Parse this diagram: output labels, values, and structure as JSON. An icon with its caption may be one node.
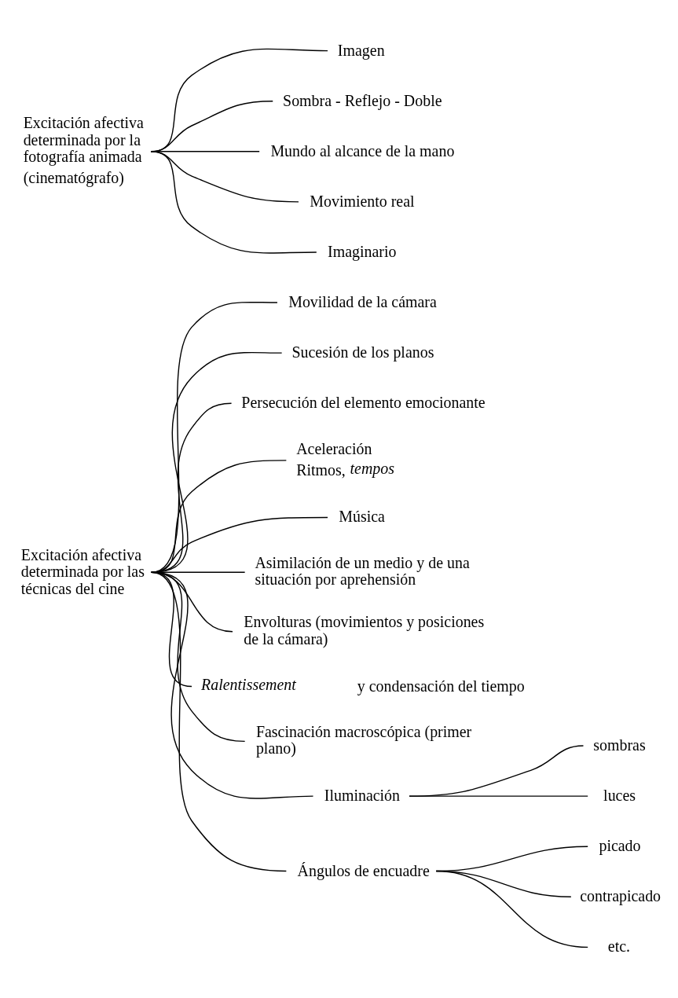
{
  "diagram": {
    "nodes": [
      {
        "text": [
          "Excitación afectiva determinada por la fotografía animada",
          "(cinematógrafo)"
        ]
      },
      {
        "text": [
          "Imagen"
        ]
      },
      {
        "text": [
          "Sombra - Reflejo - Doble"
        ]
      },
      {
        "text": [
          "Mundo al alcance de la mano"
        ]
      },
      {
        "text": [
          "Movimiento real"
        ]
      },
      {
        "text": [
          "Imaginario"
        ]
      },
      {
        "text": [
          "Excitación afectiva determinada por las técnicas del cine"
        ]
      },
      {
        "text": [
          "Movilidad de la cámara"
        ]
      },
      {
        "text": [
          "Sucesión de los planos"
        ]
      },
      {
        "text": [
          "Persecución del elemento emocionante"
        ]
      },
      {
        "text": [
          "Aceleración",
          "Ritmos, *tempos*"
        ]
      },
      {
        "text": [
          "Música"
        ]
      },
      {
        "text": [
          "Asimilación de un medio y de una situación por aprehensión"
        ]
      },
      {
        "text": [
          "Envolturas (movimientos y posiciones de la cámara)"
        ]
      },
      {
        "text": [
          "*Ralentissement* y condensación del tiempo"
        ]
      },
      {
        "text": [
          "Fascinación macroscópica (primer plano)"
        ]
      },
      {
        "text": [
          "Iluminación"
        ]
      },
      {
        "text": [
          "sombras"
        ]
      },
      {
        "text": [
          "luces"
        ]
      },
      {
        "text": [
          "Ángulos de encuadre"
        ]
      },
      {
        "text": [
          "picado"
        ]
      },
      {
        "text": [
          "contrapicado"
        ]
      },
      {
        "text": [
          "etc."
        ]
      }
    ],
    "edges": [
      {
        "from": 0,
        "to": 1,
        "arrow": "none"
      },
      {
        "from": 0,
        "to": 2,
        "arrow": "none"
      },
      {
        "from": 0,
        "to": 3,
        "arrow": "none"
      },
      {
        "from": 0,
        "to": 4,
        "arrow": "none"
      },
      {
        "from": 0,
        "to": 5,
        "arrow": "none"
      },
      {
        "from": 6,
        "to": 7,
        "arrow": "none"
      },
      {
        "from": 6,
        "to": 8,
        "arrow": "none"
      },
      {
        "from": 6,
        "to": 9,
        "arrow": "none"
      },
      {
        "from": 6,
        "to": 10,
        "arrow": "none"
      },
      {
        "from": 6,
        "to": 11,
        "arrow": "none"
      },
      {
        "from": 6,
        "to": 12,
        "arrow": "none"
      },
      {
        "from": 6,
        "to": 13,
        "arrow": "none"
      },
      {
        "from": 6,
        "to": 14,
        "arrow": "none"
      },
      {
        "from": 6,
        "to": 15,
        "arrow": "none"
      },
      {
        "from": 6,
        "to": 16,
        "arrow": "none"
      },
      {
        "from": 6,
        "to": 19,
        "arrow": "none"
      },
      {
        "from": 16,
        "to": 17,
        "arrow": "none"
      },
      {
        "from": 16,
        "to": 18,
        "arrow": "none"
      },
      {
        "from": 19,
        "to": 20,
        "arrow": "none"
      },
      {
        "from": 19,
        "to": 21,
        "arrow": "none"
      },
      {
        "from": 19,
        "to": 22,
        "arrow": "none"
      }
    ]
  }
}
